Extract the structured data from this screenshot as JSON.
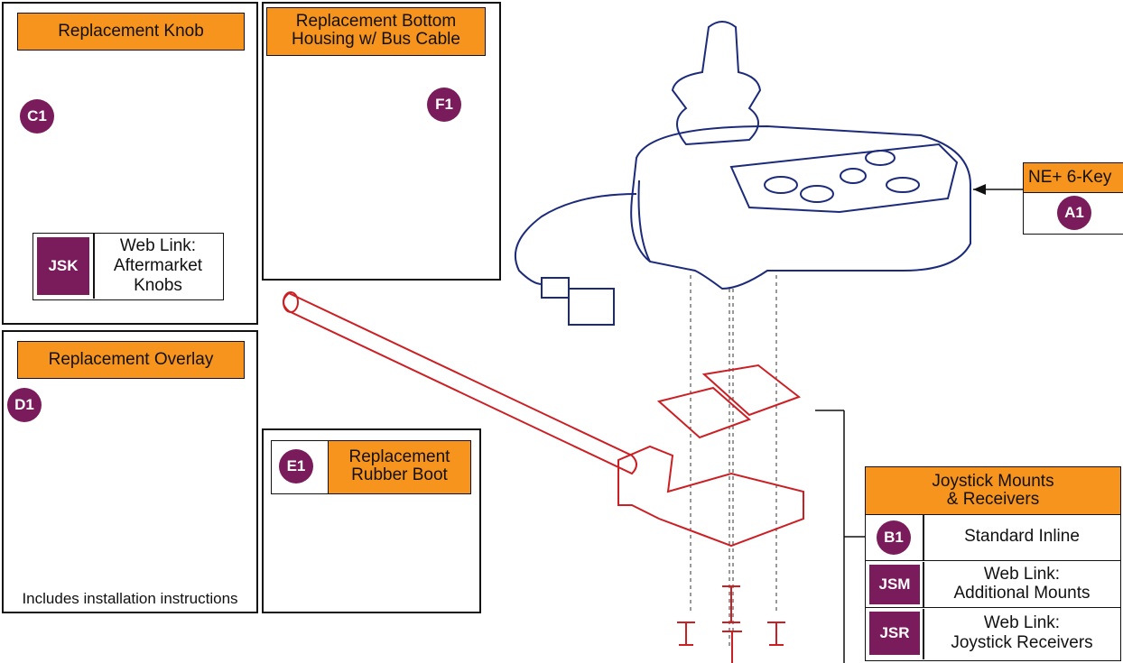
{
  "panels": {
    "knob": {
      "title": "Replacement Knob",
      "badge": "C1",
      "weblink_code": "JSK",
      "weblink_text_1": "Web Link:",
      "weblink_text_2": "Aftermarket",
      "weblink_text_3": "Knobs"
    },
    "bottom_housing": {
      "title_1": "Replacement Bottom",
      "title_2": "Housing w/ Bus Cable",
      "badge": "F1"
    },
    "overlay": {
      "title": "Replacement Overlay",
      "badge": "D1",
      "note": "Includes installation instructions"
    },
    "boot": {
      "badge": "E1",
      "title_1": "Replacement",
      "title_2": "Rubber Boot"
    },
    "controller": {
      "title": "NE+ 6-Key",
      "badge": "A1"
    },
    "mounts": {
      "title_1": "Joystick Mounts",
      "title_2": "& Receivers",
      "rows": [
        {
          "code": "B1",
          "text_1": "Standard Inline",
          "text_2": ""
        },
        {
          "code": "JSM",
          "text_1": "Web Link:",
          "text_2": "Additional Mounts"
        },
        {
          "code": "JSR",
          "text_1": "Web Link:",
          "text_2": "Joystick Receivers"
        }
      ]
    }
  },
  "colors": {
    "callout_fill": "#f7941d",
    "badge_fill": "#7a1b5c",
    "part_line": "#1c2a7a",
    "mount_line": "#cc1f24"
  }
}
